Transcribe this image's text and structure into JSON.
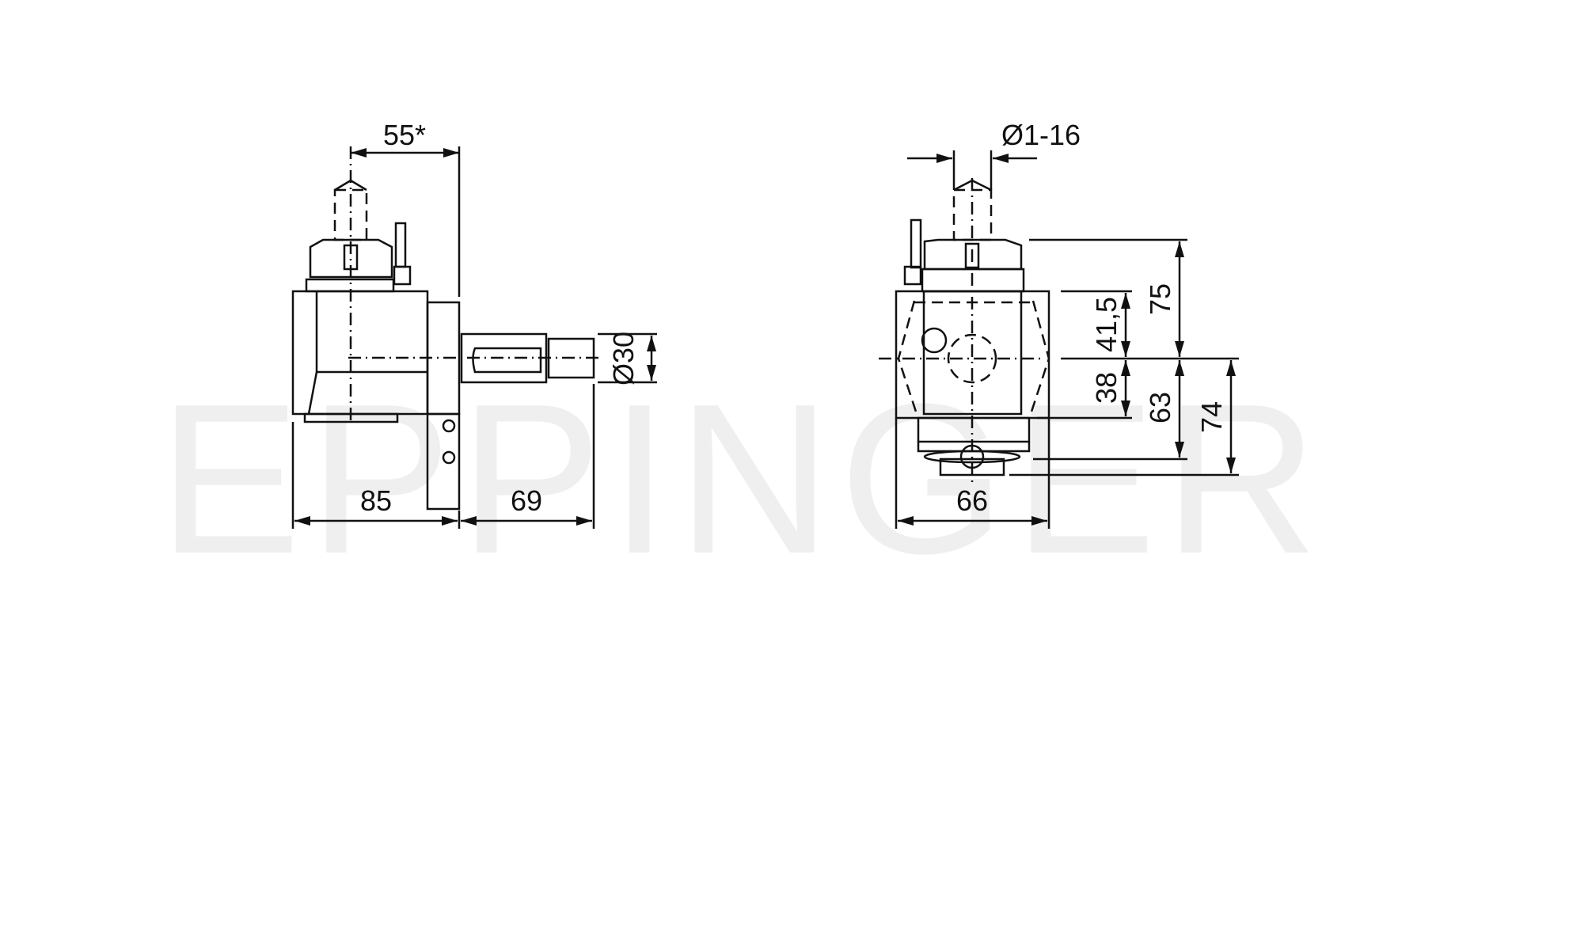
{
  "watermark": "EPPINGER",
  "side_view": {
    "dim_top": "55*",
    "dim_bottom_left": "85",
    "dim_bottom_right": "69",
    "dim_shaft_diameter": "Ø30"
  },
  "front_view": {
    "dim_collet_range": "Ø1-16",
    "dim_width": "66",
    "dim_upper_body": "41,5",
    "dim_lower_body": "38",
    "dim_top_height": "75",
    "dim_bottom_height": "63",
    "dim_total_bottom": "74"
  }
}
